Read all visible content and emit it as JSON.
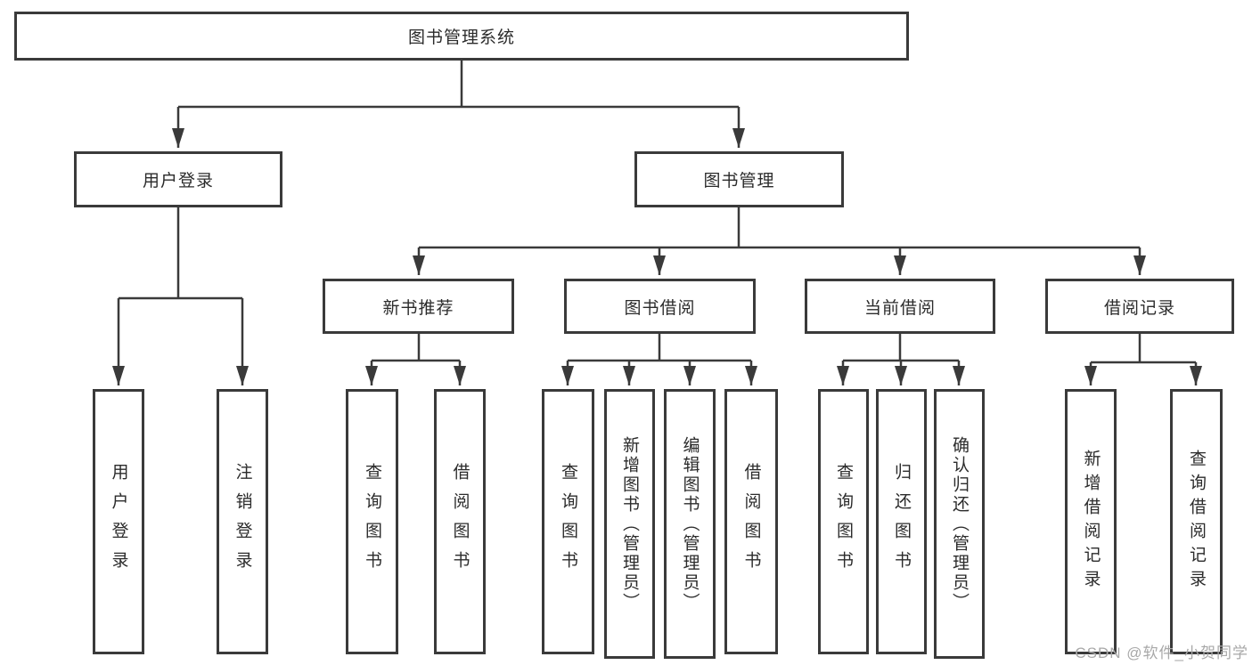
{
  "title": {
    "label": "图书管理系统"
  },
  "level2": [
    {
      "label": "用户登录",
      "parent": "图书管理系统"
    },
    {
      "label": "图书管理",
      "parent": "图书管理系统"
    }
  ],
  "level3": [
    {
      "label": "新书推荐",
      "parent": "图书管理"
    },
    {
      "label": "图书借阅",
      "parent": "图书管理"
    },
    {
      "label": "当前借阅",
      "parent": "图书管理"
    },
    {
      "label": "借阅记录",
      "parent": "图书管理"
    }
  ],
  "level4": [
    {
      "label": "用户登录",
      "parent": "用户登录"
    },
    {
      "label": "注销登录",
      "parent": "用户登录"
    },
    {
      "label": "查询图书",
      "parent": "新书推荐"
    },
    {
      "label": "借阅图书",
      "parent": "新书推荐"
    },
    {
      "label": "查询图书",
      "parent": "图书借阅"
    },
    {
      "label": "新增图书（管理员）",
      "parent": "图书借阅"
    },
    {
      "label": "编辑图书（管理员）",
      "parent": "图书借阅"
    },
    {
      "label": "借阅图书",
      "parent": "图书借阅"
    },
    {
      "label": "查询图书",
      "parent": "当前借阅"
    },
    {
      "label": "归还图书",
      "parent": "当前借阅"
    },
    {
      "label": "确认归还（管理员）",
      "parent": "当前借阅"
    },
    {
      "label": "新增借阅记录",
      "parent": "借阅记录"
    },
    {
      "label": "查询借阅记录",
      "parent": "借阅记录"
    }
  ],
  "watermark": "CSDN @软件_小贺同学",
  "colors": {
    "line": "#3a3a3a",
    "text": "#2b2b2b",
    "box_background": "#ffffff",
    "watermark": "#a8a8a8"
  }
}
